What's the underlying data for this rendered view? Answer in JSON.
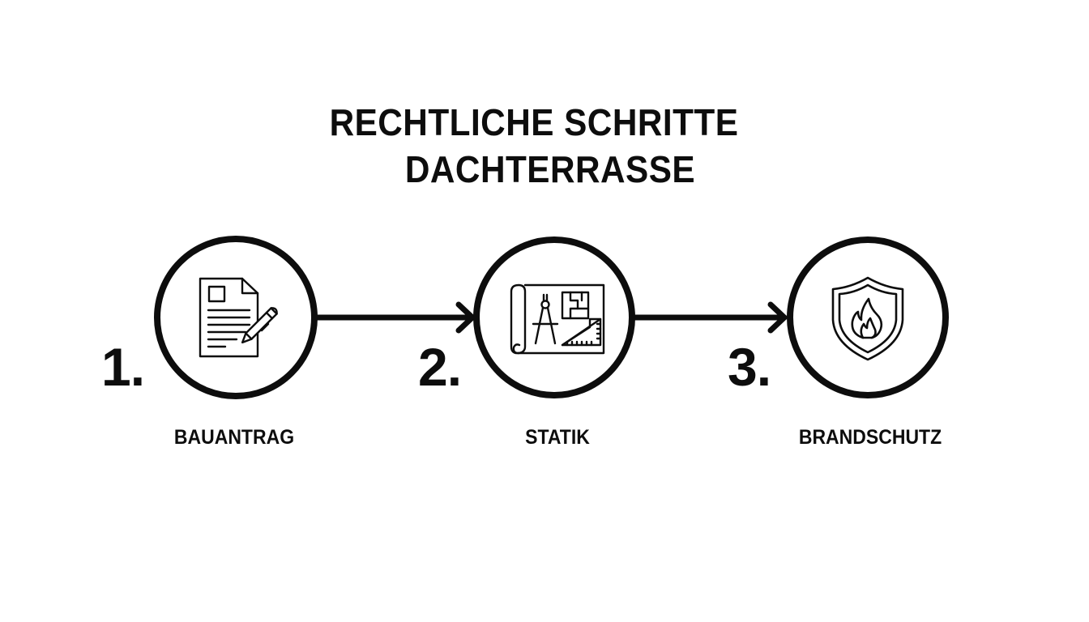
{
  "title": {
    "line1": "RECHTLICHE SCHRITTE",
    "line2": "DACHTERRASSE"
  },
  "steps": [
    {
      "number": "1.",
      "label": "BAUANTRAG",
      "icon": "document-pen-icon"
    },
    {
      "number": "2.",
      "label": "STATIK",
      "icon": "blueprint-compass-icon"
    },
    {
      "number": "3.",
      "label": "BRANDSCHUTZ",
      "icon": "shield-fire-icon"
    }
  ],
  "connectors": [
    {
      "from": 1,
      "to": 2,
      "icon": "arrow-right-icon"
    },
    {
      "from": 2,
      "to": 3,
      "icon": "arrow-right-icon"
    }
  ],
  "colors": {
    "stroke": "#0d0d0d",
    "background": "#ffffff"
  }
}
